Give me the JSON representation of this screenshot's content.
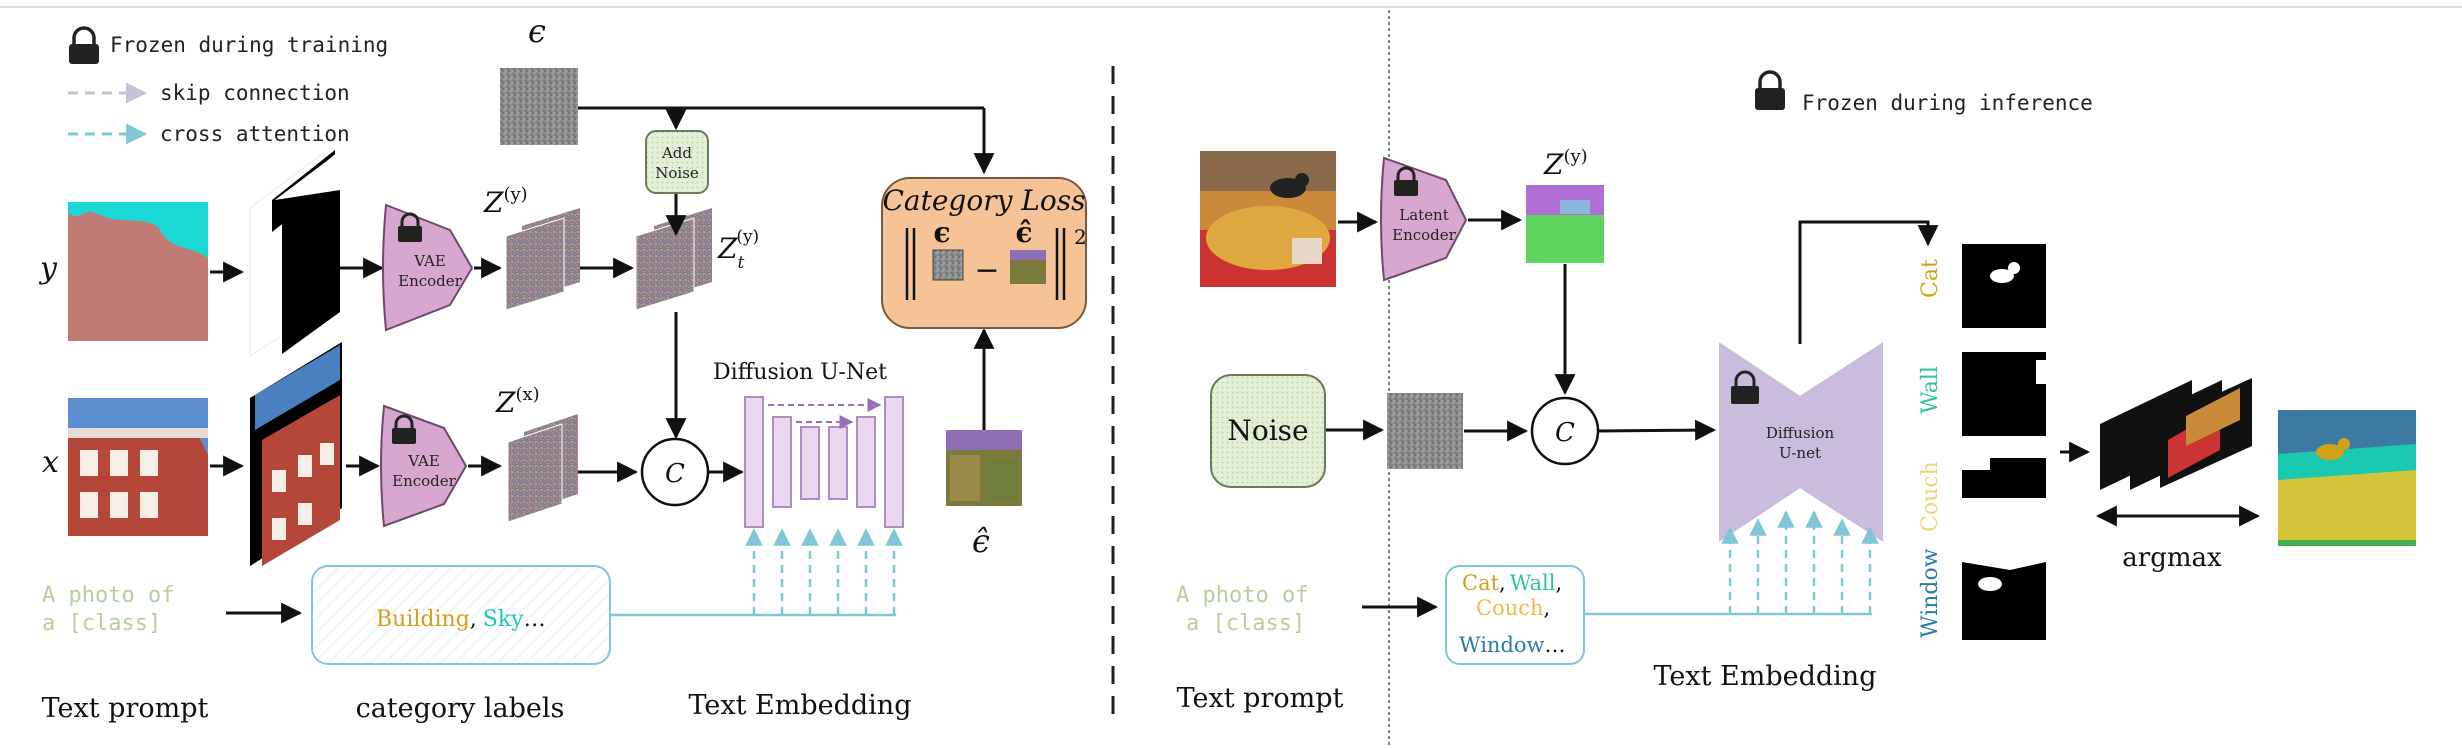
{
  "legend": {
    "frozen_training": "Frozen during training",
    "skip": "skip connection",
    "cross": "cross attention"
  },
  "left": {
    "eps_top": "ϵ",
    "y_label": "y",
    "x_label": "x",
    "vae_line1": "VAE",
    "vae_line2": "Encoder",
    "z_y_main": "Z",
    "z_y_sup": "(y)",
    "z_x_main": "Z",
    "z_x_sup": "(x)",
    "zt_main": "Z",
    "zt_sub": "t",
    "zt_sup": "(y)",
    "add_noise_line1": "Add",
    "add_noise_line2": "Noise",
    "concat": "C",
    "unet_title": "Diffusion U-Net",
    "loss_title": "Category Loss",
    "loss_eps": "ϵ",
    "loss_eps_hat": "ϵ̂",
    "loss_minus": "−",
    "loss_sq": "2",
    "eps_hat": "ϵ̂",
    "prompt_line1": "A photo of",
    "prompt_line2": "a [class]",
    "labels_building": "Building",
    "labels_comma": ",",
    "labels_sky": "Sky",
    "labels_ellipsis": "…",
    "cap_prompt": "Text prompt",
    "cap_labels": "category labels",
    "cap_embedding": "Text Embedding"
  },
  "right": {
    "frozen_inference": "Frozen during inference",
    "latent_line1": "Latent",
    "latent_line2": "Encoder",
    "z_main": "Z",
    "z_sup": "(y)",
    "noise": "Noise",
    "concat": "C",
    "unet_line1": "Diffusion",
    "unet_line2": "U-net",
    "classes": [
      "Cat",
      "Wall",
      "Couch",
      "Window"
    ],
    "class_colors": [
      "#d4a017",
      "#2ec4a0",
      "#f2d27a",
      "#2a7ca8"
    ],
    "argmax": "argmax",
    "prompt_line1": "A photo of",
    "prompt_line2": "a [class]",
    "labels_cat": "Cat",
    "labels_wall": "Wall",
    "labels_couch": "Couch",
    "labels_window": "Window",
    "labels_comma": ",",
    "labels_ellipsis": "…",
    "cap_prompt": "Text prompt",
    "cap_embedding": "Text Embedding"
  },
  "colors": {
    "encoder_fill": "#d8a7d0",
    "unet_fill": "#e9d8ee",
    "unet_stroke": "#b08cc0",
    "loss_fill": "#f6c397",
    "noise_fill": "#e4efd8",
    "prompt_text": "#b7cfa0",
    "cross_attn": "#7fc7d6",
    "building": "#d4a017",
    "sky": "#1ec8b0"
  }
}
